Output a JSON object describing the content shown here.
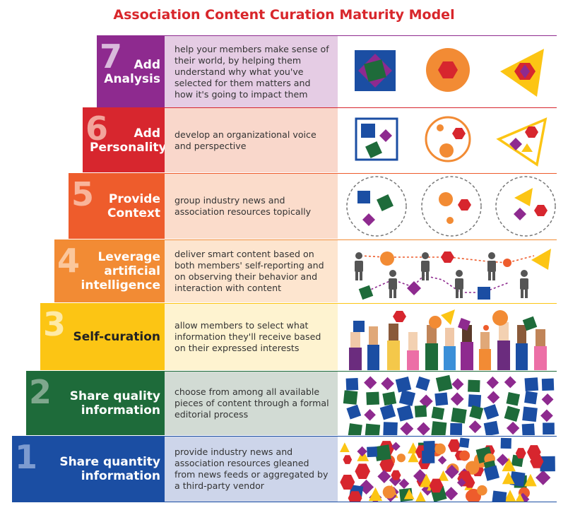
{
  "title": "Association Content Curation Maturity Model",
  "levels": [
    {
      "number": "7",
      "name": "Add\nAnalysis",
      "description": "help your members make sense of their world, by helping them understand why what you've selected for them matters and how it's going to impact them",
      "color": "#8e2a8f",
      "light": "#e5cce4",
      "num_color": "#d9b9dc"
    },
    {
      "number": "6",
      "name": "Add\nPersonality",
      "description": "develop an organizational voice and perspective",
      "color": "#d7262e",
      "light": "#f9d7cb",
      "num_color": "#f2a39b"
    },
    {
      "number": "5",
      "name": "Provide\nContext",
      "description": "group industry news and association resources topically",
      "color": "#ee5c2c",
      "light": "#fbdccb",
      "num_color": "#f9b49a"
    },
    {
      "number": "4",
      "name": "Leverage\nartificial\nintelligence",
      "description": "deliver smart content based on both members' self-reporting and on observing their behavior and interaction with content",
      "color": "#f28b34",
      "light": "#fde5cf",
      "num_color": "#fbc79c"
    },
    {
      "number": "3",
      "name": "Self-curation",
      "description": "allow members to select what information they'll receive based on their expressed interests",
      "color": "#fcc514",
      "light": "#fef3d0",
      "num_color": "#feeaa6"
    },
    {
      "number": "2",
      "name": "Share quality\ninformation",
      "description": "choose from among all available pieces of content through a formal editorial process",
      "color": "#1e6b3a",
      "light": "#d2dbd4",
      "num_color": "#7fa78d"
    },
    {
      "number": "1",
      "name": "Share quantity\ninformation",
      "description": "provide industry news and association resources gleaned from news feeds or aggregated by a third-party vendor",
      "color": "#1b4ea3",
      "light": "#cdd5ea",
      "num_color": "#7d9bd0"
    }
  ]
}
